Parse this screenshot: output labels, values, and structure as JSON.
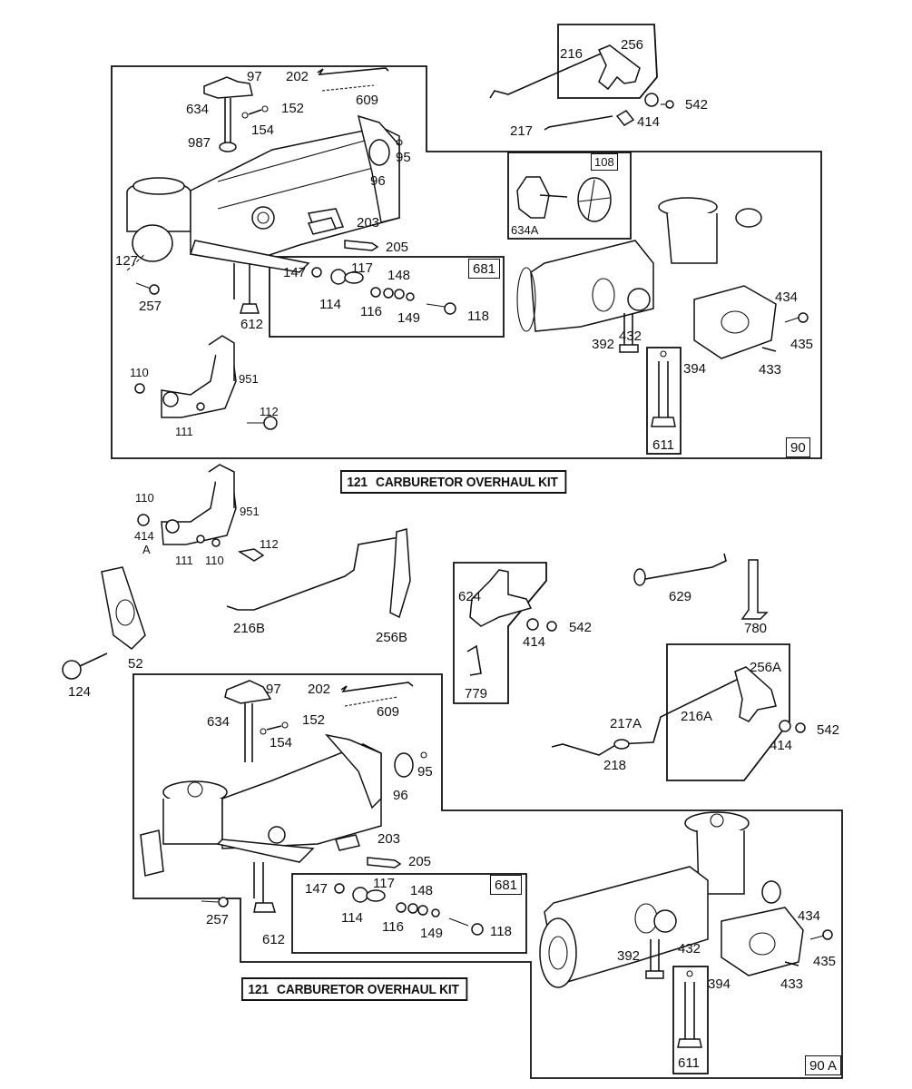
{
  "diagram": {
    "title": "Carburetor exploded parts diagram",
    "upper_assembly": {
      "ref_box_label": "90",
      "kit_banner": {
        "number": "121",
        "text": "CARBURETOR OVERHAUL KIT"
      },
      "kit_ref_box_label": "681",
      "inset_ref_box_label": "108",
      "labels": {
        "p97": "97",
        "p202": "202",
        "p609": "609",
        "p634": "634",
        "p152": "152",
        "p154": "154",
        "p987": "987",
        "p95": "95",
        "p96": "96",
        "p203": "203",
        "p205": "205",
        "p127": "127",
        "p257": "257",
        "p612": "612",
        "p147": "147",
        "p117": "117",
        "p148": "148",
        "p114": "114",
        "p116": "116",
        "p149": "149",
        "p118": "118",
        "p110": "110",
        "p951": "951",
        "p111": "111",
        "p112": "112",
        "p634A": "634A",
        "p392": "392",
        "p432": "432",
        "p434": "434",
        "p435": "435",
        "p394": "394",
        "p433": "433",
        "p611": "611"
      }
    },
    "top_linkage": {
      "labels": {
        "p216": "216",
        "p256": "256",
        "p414": "414",
        "p542": "542",
        "p217": "217"
      }
    },
    "middle_parts": {
      "labels": {
        "p110a": "110",
        "p414A": "414",
        "p414A_suffix": "A",
        "p951": "951",
        "p111": "111",
        "p110b": "110",
        "p112": "112",
        "p52": "52",
        "p124": "124",
        "p216B": "216B",
        "p256B": "256B",
        "p624": "624",
        "p779": "779",
        "p414": "414",
        "p542": "542",
        "p629": "629",
        "p780": "780",
        "p256A": "256A",
        "p216A": "216A",
        "p217A": "217A",
        "p218": "218",
        "p414b": "414",
        "p542b": "542"
      }
    },
    "lower_assembly": {
      "ref_box_label": "90 A",
      "kit_banner": {
        "number": "121",
        "text": "CARBURETOR OVERHAUL KIT"
      },
      "kit_ref_box_label": "681",
      "labels": {
        "p97": "97",
        "p202": "202",
        "p609": "609",
        "p634": "634",
        "p152": "152",
        "p154": "154",
        "p95": "95",
        "p96": "96",
        "p203": "203",
        "p205": "205",
        "p257": "257",
        "p612": "612",
        "p147": "147",
        "p117": "117",
        "p148": "148",
        "p114": "114",
        "p116": "116",
        "p149": "149",
        "p118": "118",
        "p392": "392",
        "p432": "432",
        "p434": "434",
        "p435": "435",
        "p394": "394",
        "p433": "433",
        "p611": "611"
      }
    }
  }
}
